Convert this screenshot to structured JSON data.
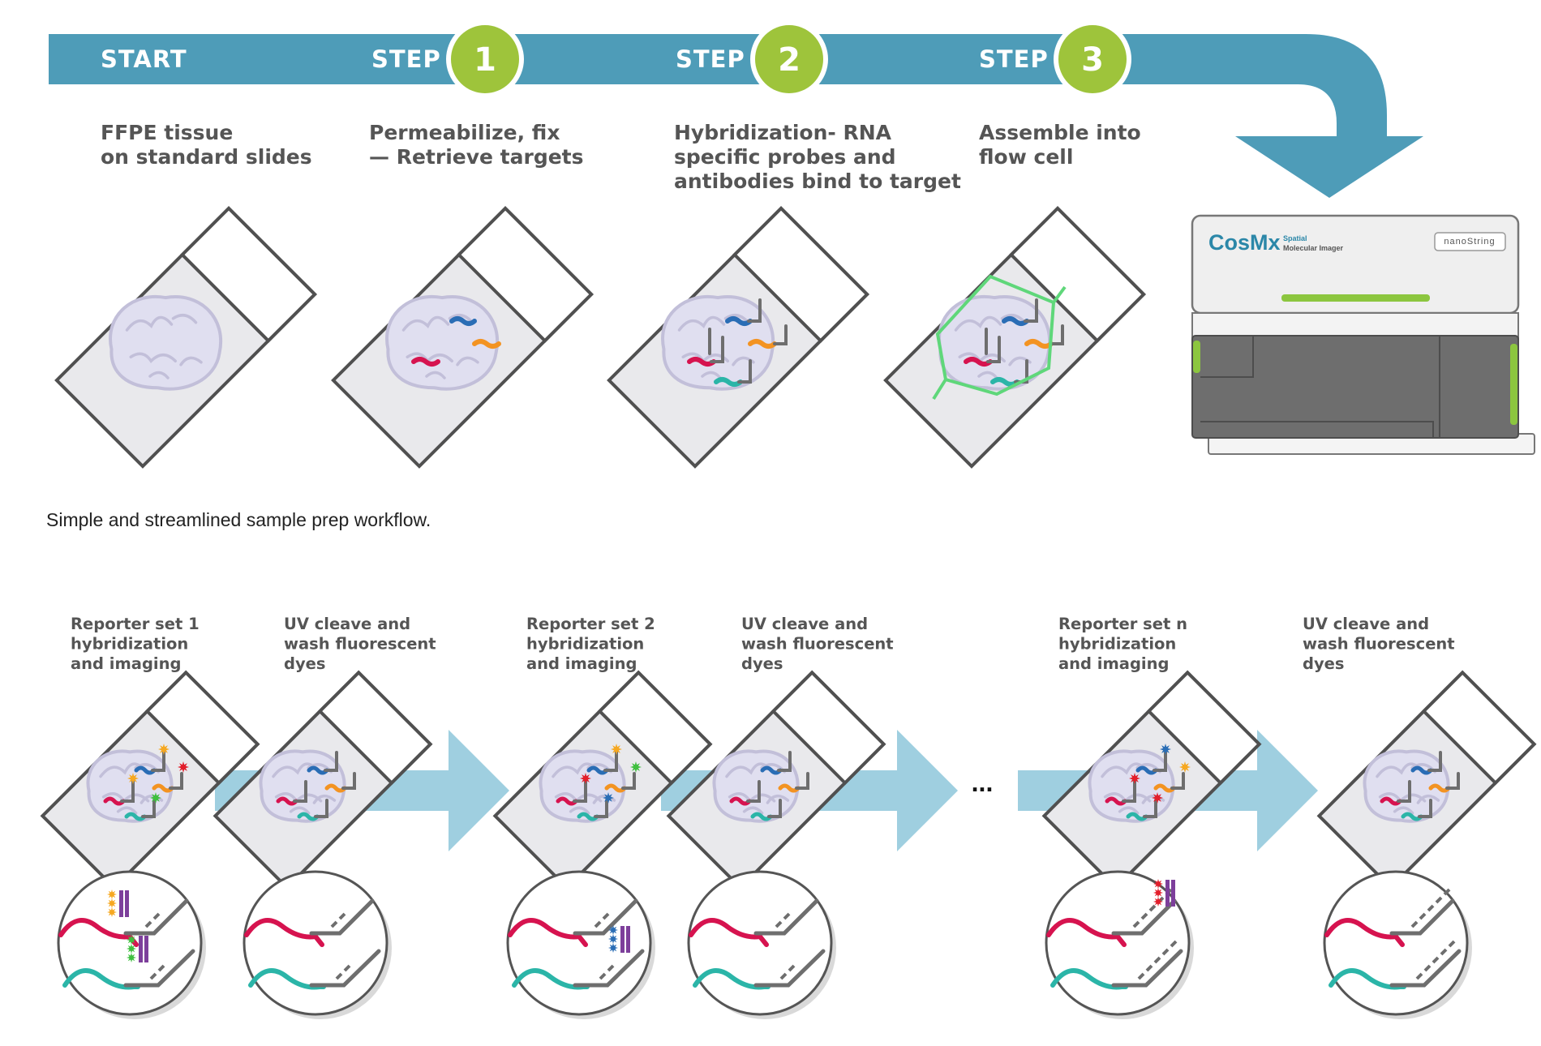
{
  "colors": {
    "banner": "#4e9cb8",
    "badge_fill": "#9ec43b",
    "badge_ring": "#ffffff",
    "heading_text": "#555555",
    "slide_fill": "#e9e9ec",
    "slide_stroke": "#505050",
    "brain": "#c2bfd9",
    "probe_red": "#d6134f",
    "probe_blue": "#2a6db5",
    "probe_orange": "#f39322",
    "probe_teal": "#2bb5a8",
    "probe_gray": "#6e6e6e",
    "flowcell": "#5fd77a",
    "flow_arrow": "#9fcfe0",
    "dye_yellow": "#f6a821",
    "dye_green": "#3fbf3f",
    "dye_red": "#e21e2b",
    "dye_blue": "#2a6db5",
    "dye_purple": "#7d3f9b",
    "instrument_body": "#eeeeee",
    "instrument_dark": "#6b6b6b",
    "instrument_accent": "#8cc63f",
    "brand_text": "#2b87a8"
  },
  "banner": {
    "items": [
      {
        "label": "START"
      },
      {
        "label": "STEP",
        "number": "1"
      },
      {
        "label": "STEP",
        "number": "2"
      },
      {
        "label": "STEP",
        "number": "3"
      }
    ]
  },
  "steps": [
    {
      "lines": [
        "FFPE tissue",
        "on standard slides"
      ]
    },
    {
      "lines": [
        "Permeabilize, fix",
        "— Retrieve targets"
      ]
    },
    {
      "lines": [
        "Hybridization- RNA",
        "specific probes and",
        "antibodies bind to target"
      ]
    },
    {
      "lines": [
        "Assemble into",
        "flow cell"
      ]
    }
  ],
  "instrument": {
    "brand": "CosMx",
    "subtitle_lines": [
      "Spatial",
      "Molecular Imager"
    ],
    "logo": "nanoString"
  },
  "caption": "Simple and streamlined sample prep workflow.",
  "cycle": {
    "labels": [
      {
        "lines": [
          "Reporter set 1",
          "hybridization",
          "and imaging"
        ]
      },
      {
        "lines": [
          "UV cleave and",
          "wash fluorescent",
          "dyes"
        ]
      },
      {
        "lines": [
          "Reporter set 2",
          "hybridization",
          "and imaging"
        ]
      },
      {
        "lines": [
          "UV cleave and",
          "wash fluorescent",
          "dyes"
        ]
      },
      {
        "lines": [
          "Reporter set n",
          "hybridization",
          "and imaging"
        ]
      },
      {
        "lines": [
          "UV cleave and",
          "wash fluorescent",
          "dyes"
        ]
      }
    ],
    "ellipsis": "..."
  }
}
